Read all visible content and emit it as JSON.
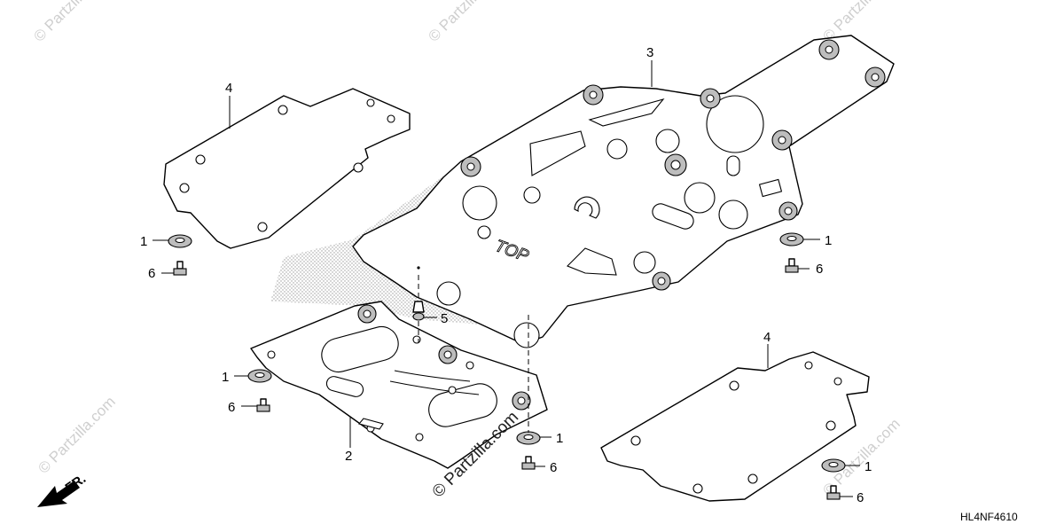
{
  "watermark": {
    "text": "© Partzilla.com",
    "faint_color": "#cfcfcf",
    "strong_color": "#222222"
  },
  "callouts": {
    "c1": "1",
    "c2": "2",
    "c3": "3",
    "c4": "4",
    "c5": "5",
    "c6": "6"
  },
  "embossed_text": "TOP",
  "front_marker": "FR.",
  "diagram_code": "HL4NF4610",
  "colors": {
    "line": "#000000",
    "shade": "#bdbdbd",
    "stipple": "#9a9a9a"
  }
}
